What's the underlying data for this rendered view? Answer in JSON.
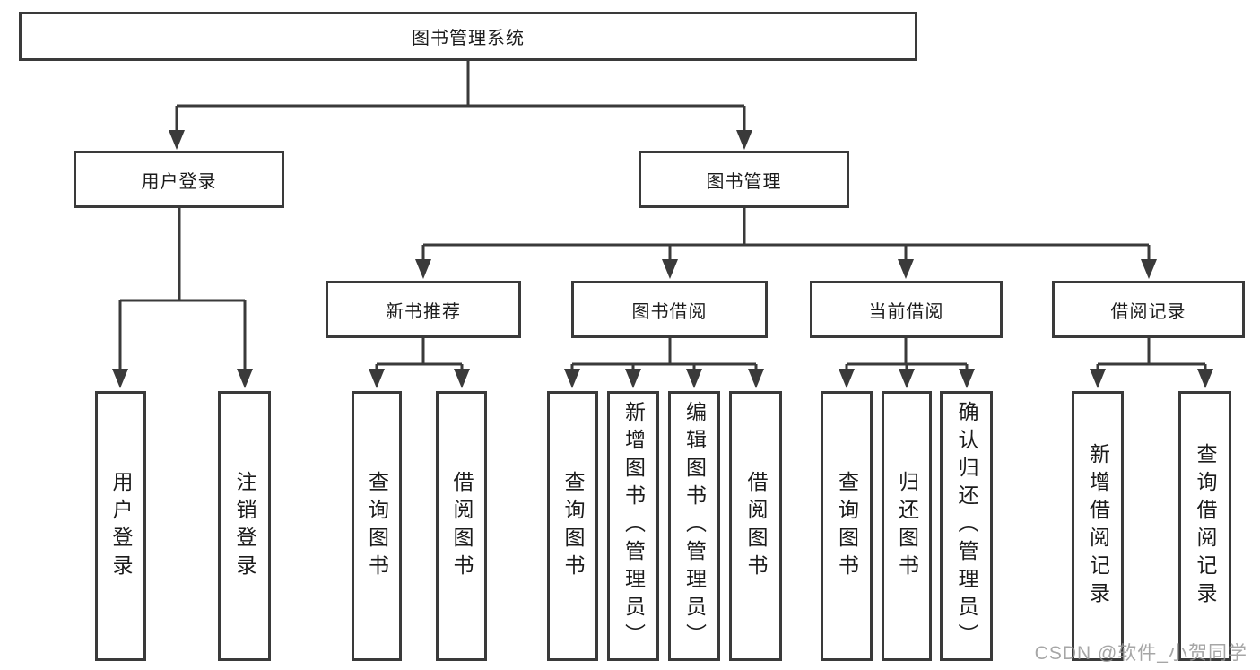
{
  "nodes": {
    "root": {
      "label": "图书管理系统"
    },
    "userLogin": {
      "label": "用户登录"
    },
    "bookMgmt": {
      "label": "图书管理"
    },
    "newBook": {
      "label": "新书推荐"
    },
    "bookBorrow": {
      "label": "图书借阅"
    },
    "currentBorrow": {
      "label": "当前借阅"
    },
    "borrowRecord": {
      "label": "借阅记录"
    },
    "leafUserLogin": {
      "label": "用户登录"
    },
    "leafLogout": {
      "label": "注销登录"
    },
    "leafNewBookQuery": {
      "label": "查询图书"
    },
    "leafNewBookBorrow": {
      "label": "借阅图书"
    },
    "leafBorrowQuery": {
      "label": "查询图书"
    },
    "leafBorrowAdd": {
      "label": "新增图书（管理员）"
    },
    "leafBorrowEdit": {
      "label": "编辑图书（管理员）"
    },
    "leafBorrowBorrow": {
      "label": "借阅图书"
    },
    "leafCurrentQuery": {
      "label": "查询图书"
    },
    "leafCurrentReturn": {
      "label": "归还图书"
    },
    "leafCurrentConfirm": {
      "label": "确认归还（管理员）"
    },
    "leafRecordAdd": {
      "label": "新增借阅记录"
    },
    "leafRecordQuery": {
      "label": "查询借阅记录"
    }
  },
  "watermark": {
    "text": "CSDN @软件_小贺同学"
  },
  "colors": {
    "line": "#3a3a3a",
    "text": "#1b1b1b",
    "background": "#ffffff",
    "watermark": "#969696"
  }
}
